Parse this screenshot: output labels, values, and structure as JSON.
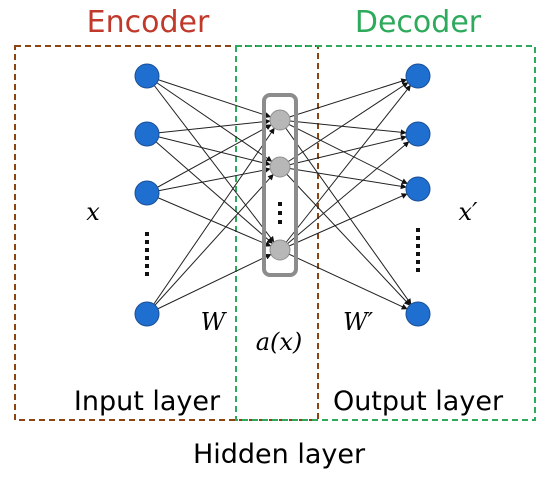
{
  "encoder": {
    "title": "Encoder",
    "color": "#c0392b",
    "box_color": "#8b4513"
  },
  "decoder": {
    "title": "Decoder",
    "color": "#2eaa5c",
    "box_color": "#2eaa5c"
  },
  "labels": {
    "x": "x",
    "x_prime": "x′",
    "W": "W",
    "W_prime": "W′",
    "a_x": "a(x)",
    "input_layer": "Input layer",
    "output_layer": "Output layer",
    "hidden_layer": "Hidden layer"
  },
  "network": {
    "input_nodes": 4,
    "hidden_nodes": 3,
    "output_nodes": 4,
    "input_node_color": "#1f6fd1",
    "output_node_color": "#1f6fd1",
    "hidden_node_color": "#b7b7b7",
    "hidden_box_color": "#8c8c8c"
  }
}
